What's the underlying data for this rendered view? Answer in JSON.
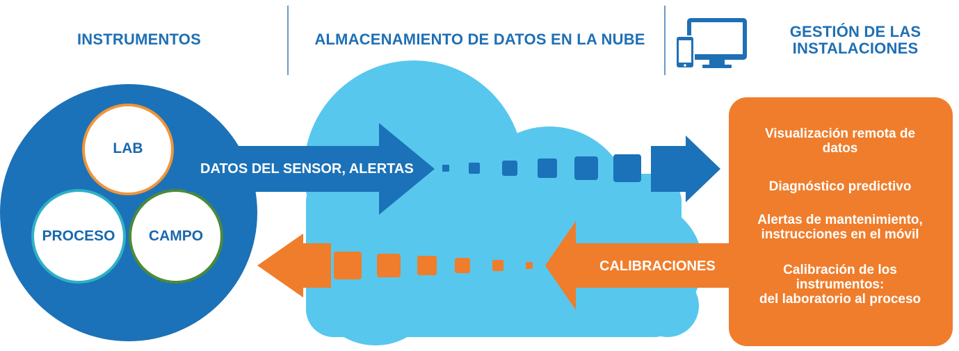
{
  "headers": {
    "instruments": "INSTRUMENTOS",
    "cloud_storage": "ALMACENAMIENTO DE DATOS EN LA NUBE",
    "facility_mgmt": "GESTIÓN DE LAS\nINSTALACIONES"
  },
  "icons": {
    "devices": "devices-icon"
  },
  "instruments": {
    "lab": "LAB",
    "process": "PROCESO",
    "field": "CAMPO"
  },
  "arrows": {
    "outbound": "DATOS DEL SENSOR, ALERTAS",
    "inbound": "CALIBRACIONES"
  },
  "panel": {
    "items": [
      "Visualización remota de\ndatos",
      "Diagnóstico predictivo",
      "Alertas de mantenimiento,\ninstrucciones en el móvil",
      "Calibración de los\ninstrumentos:\ndel laboratorio al proceso"
    ]
  },
  "colors": {
    "blue_dark": "#1b72b8",
    "blue_header": "#1f6fb4",
    "cloud": "#57c7ee",
    "orange": "#ef7d2c",
    "ring_lab": "#f0953a",
    "ring_process": "#2fb0c6",
    "ring_field": "#4c8a3a"
  }
}
